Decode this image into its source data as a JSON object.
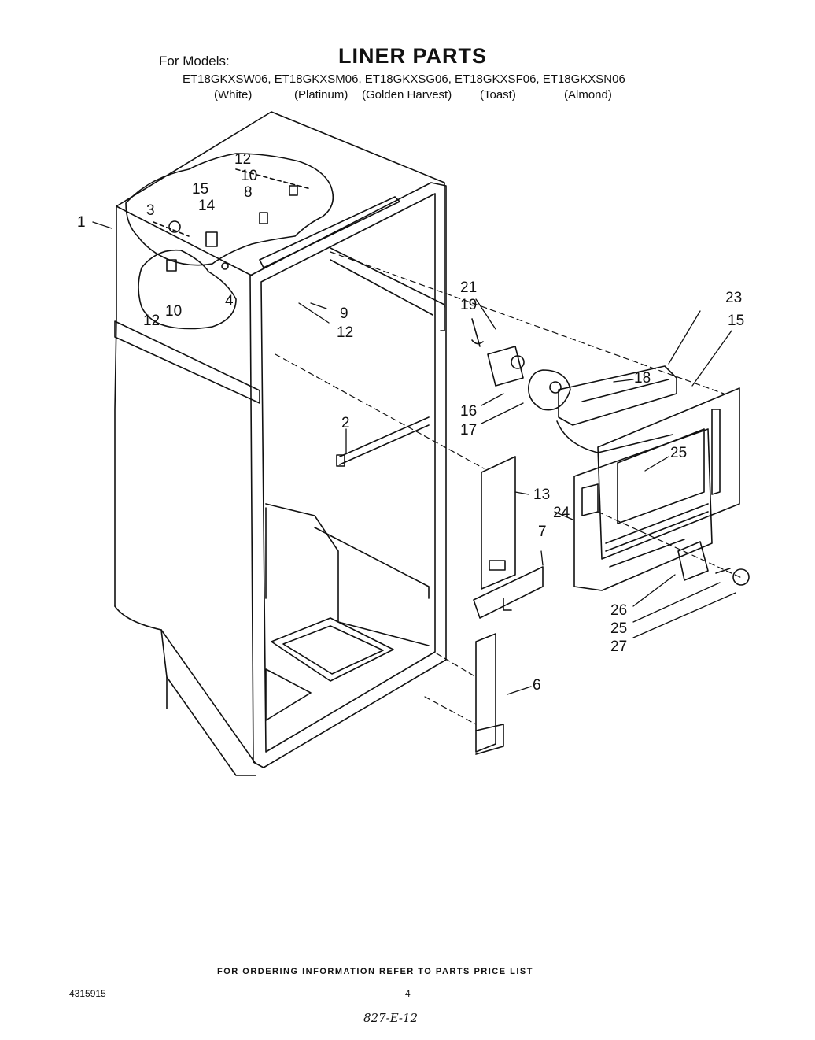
{
  "header": {
    "for_models_label": "For Models:",
    "title": "LINER PARTS",
    "models": [
      "ET18GKXSW06",
      "ET18GKXSM06",
      "ET18GKXSG06",
      "ET18GKXSF06",
      "ET18GKXSN06"
    ],
    "colors": [
      "(White)",
      "(Platinum)",
      "(Golden Harvest)",
      "(Toast)",
      "(Almond)"
    ]
  },
  "callouts": [
    "1",
    "2",
    "3",
    "4",
    "6",
    "7",
    "8",
    "9",
    "10",
    "10",
    "12",
    "12",
    "12",
    "13",
    "14",
    "15",
    "15",
    "16",
    "17",
    "18",
    "19",
    "21",
    "23",
    "24",
    "25",
    "25",
    "26",
    "27"
  ],
  "footer": {
    "note": "FOR ORDERING INFORMATION REFER TO PARTS PRICE LIST",
    "doc_number": "4315915",
    "page_number": "4",
    "handwritten": "827-E-12"
  },
  "colors_meta": {
    "ink": "#111111",
    "paper": "#ffffff"
  }
}
